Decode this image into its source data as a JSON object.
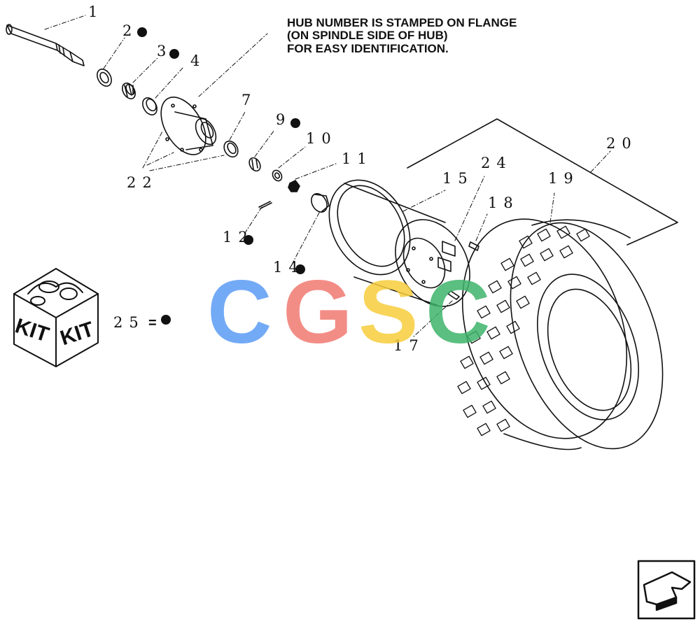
{
  "note": {
    "line1": "HUB NUMBER IS STAMPED ON FLANGE",
    "line2": "(ON SPINDLE SIDE OF HUB)",
    "line3": "FOR EASY IDENTIFICATION."
  },
  "callouts": {
    "c1": "1",
    "c2": "2",
    "c3": "3",
    "c4": "4",
    "c7": "7",
    "c9": "9",
    "c10": "10",
    "c11": "11",
    "c12": "12",
    "c14": "14",
    "c15": "15",
    "c17": "17",
    "c18": "18",
    "c19": "19",
    "c20": "20",
    "c22": "22",
    "c24": "24",
    "c25": "25"
  },
  "kit": {
    "label": "KIT",
    "equals": "="
  },
  "watermark": {
    "letters": [
      "C",
      "G",
      "S",
      "C"
    ],
    "colors": [
      "#5b9cf5",
      "#f07a72",
      "#f7cd3c",
      "#3eb46b"
    ]
  },
  "nav": {
    "icon": "arrow-return-icon"
  }
}
